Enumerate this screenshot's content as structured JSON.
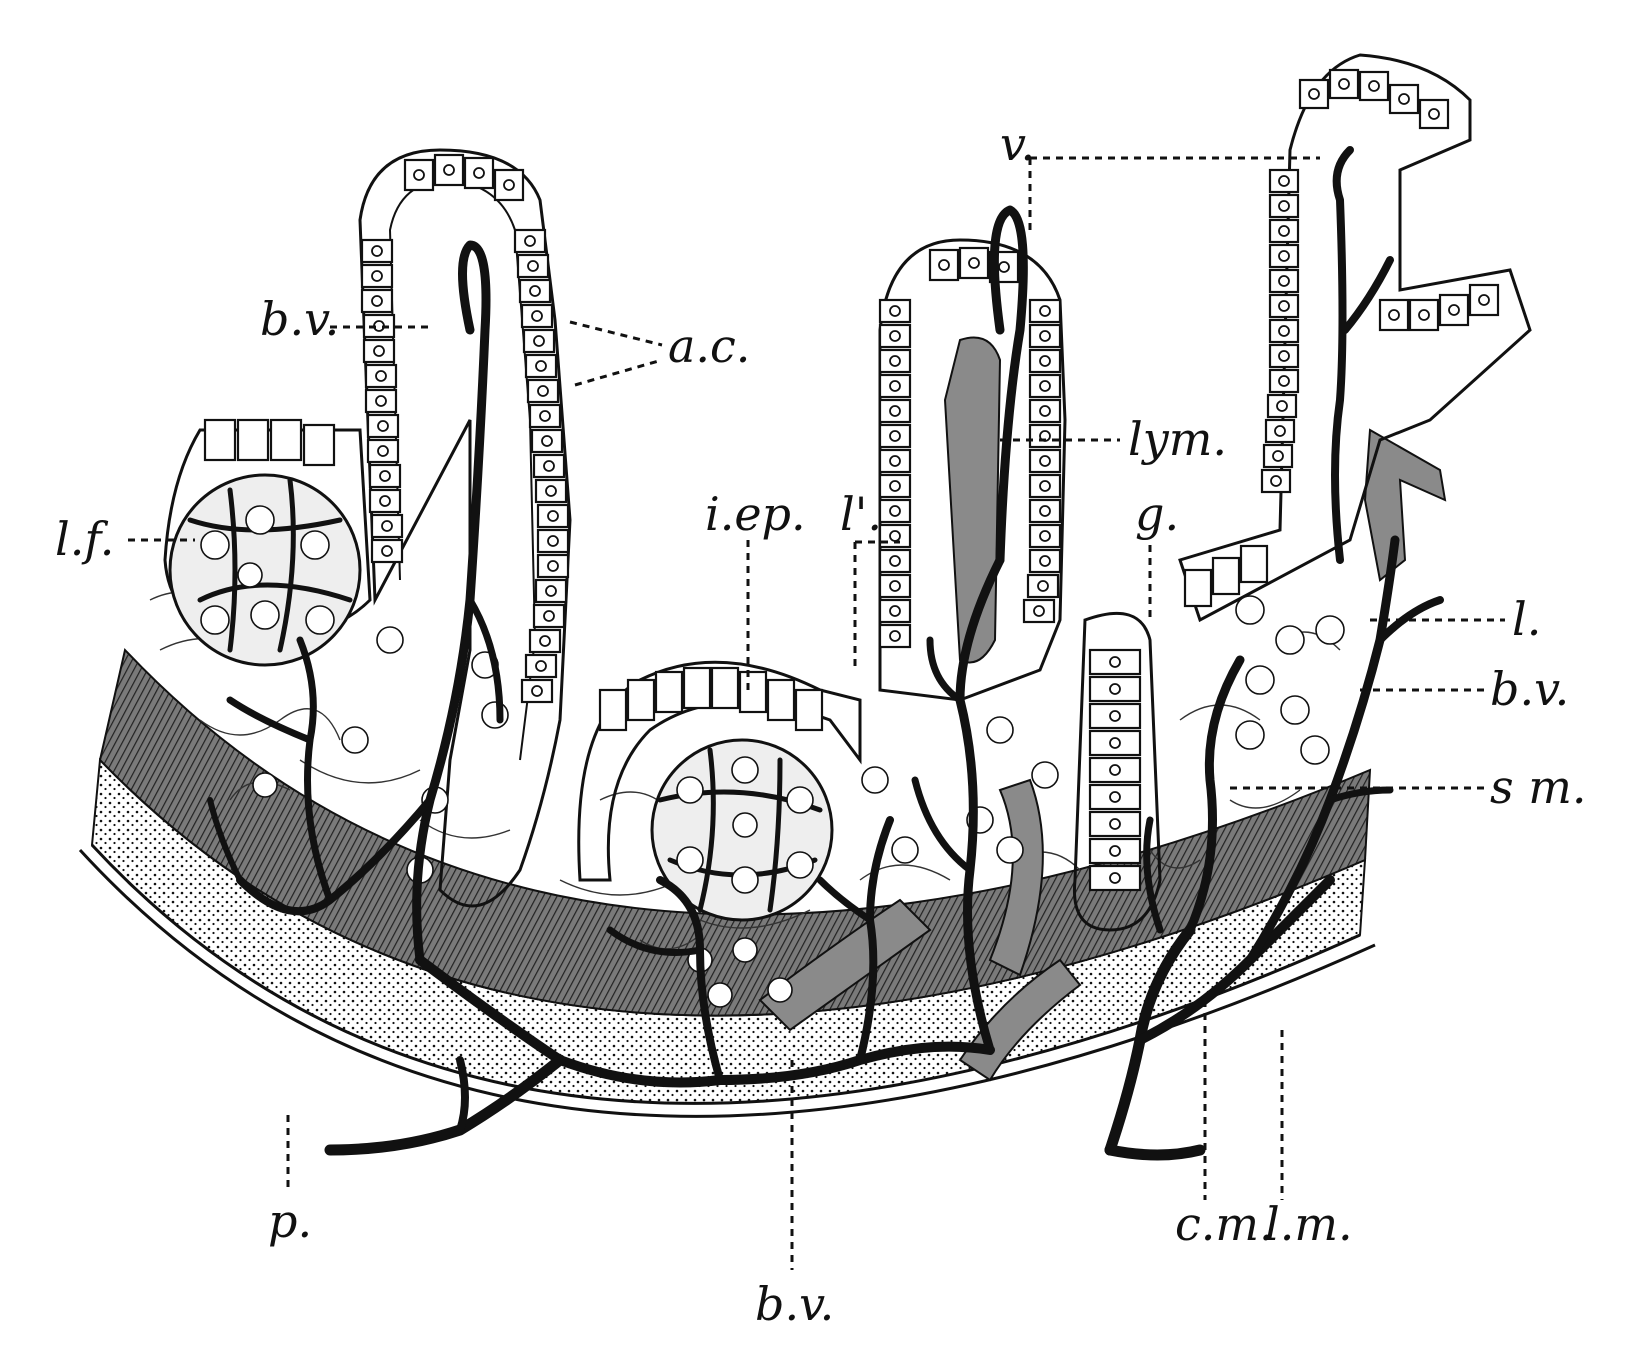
{
  "colors": {
    "ink": "#111111",
    "paper": "#ffffff",
    "muscle": "#6e6e6e",
    "lacteal": "#8a8a8a"
  },
  "labels": {
    "bv_top": "b.v.",
    "ac": "a.c.",
    "v": "v.",
    "lym": "lym.",
    "lf": "l.f.",
    "iep": "i.ep.",
    "l_prime": "l'.",
    "g": "g.",
    "l": "l.",
    "bv_right": "b.v.",
    "sm": "s m.",
    "p": "p.",
    "bv_bottom": "b.v.",
    "cm": "c.m.",
    "lm": "l.m."
  }
}
